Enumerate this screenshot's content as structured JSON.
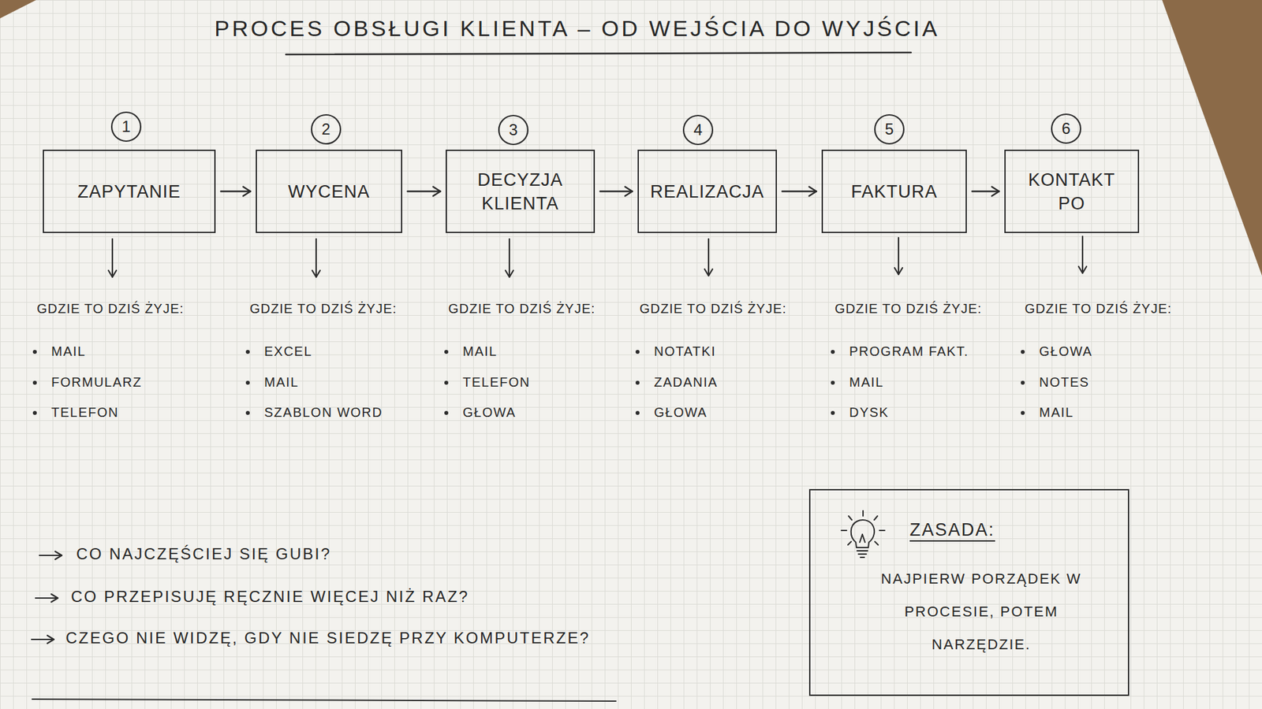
{
  "diagram": {
    "title": "PROCES OBSŁUGI KLIENTA – OD WEJŚCIA DO WYJŚCIA",
    "nodes": [
      {
        "text": [
          "1"
        ]
      },
      {
        "text": [
          "2"
        ]
      },
      {
        "text": [
          "3"
        ]
      },
      {
        "text": [
          "4"
        ]
      },
      {
        "text": [
          "5"
        ]
      },
      {
        "text": [
          "6"
        ]
      },
      {
        "text": [
          "ZAPYTANIE"
        ]
      },
      {
        "text": [
          "WYCENA"
        ]
      },
      {
        "text": [
          "DECYZJA KLIENTA"
        ]
      },
      {
        "text": [
          "REALIZACJA"
        ]
      },
      {
        "text": [
          "FAKTURA"
        ]
      },
      {
        "text": [
          "KONTAKT PO"
        ]
      },
      {
        "text": [
          "ZASADA:",
          "NAJPIERW PORZĄDEK W PROCESIE, POTEM NARZĘDZIE."
        ]
      }
    ],
    "edges": [
      {
        "from": 6,
        "to": 7,
        "arrow": "to"
      },
      {
        "from": 7,
        "to": 8,
        "arrow": "to"
      },
      {
        "from": 8,
        "to": 9,
        "arrow": "to"
      },
      {
        "from": 9,
        "to": 10,
        "arrow": "to"
      },
      {
        "from": 10,
        "to": 11,
        "arrow": "to"
      }
    ],
    "labels": [
      "GDZIE TO DZIŚ ŻYJE:",
      "MAIL",
      "FORMULARZ",
      "TELEFON",
      "GDZIE TO DZIŚ ŻYJE:",
      "EXCEL",
      "MAIL",
      "SZABLON WORD",
      "GDZIE TO DZIŚ ŻYJE:",
      "MAIL",
      "TELEFON",
      "GŁOWA",
      "GDZIE TO DZIŚ ŻYJE:",
      "NOTATKI",
      "ZADANIA",
      "GŁOWA",
      "GDZIE TO DZIŚ ŻYJE:",
      "PROGRAM FAKT.",
      "MAIL",
      "DYSK",
      "GDZIE TO DZIŚ ŻYJE:",
      "GŁOWA",
      "NOTES",
      "MAIL",
      "CO NAJCZĘŚCIEJ SIĘ GUBI?",
      "CO PRZEPISUJĘ RĘCZNIE WIĘCEJ NIŻ RAZ?",
      "CZEGO NIE WIDZĘ, GDY NIE SIEDZĘ PRZY KOMPUTERZE?"
    ]
  }
}
